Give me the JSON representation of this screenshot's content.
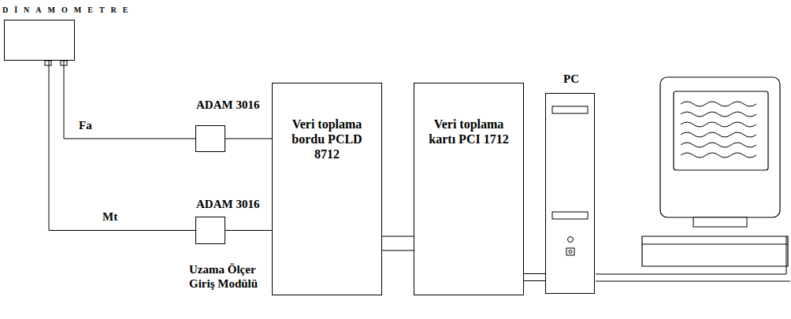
{
  "diagram": {
    "nodes": [
      {
        "text": [
          "DİNAMOMETRE"
        ]
      },
      {
        "text": [
          "ADAM 3016"
        ]
      },
      {
        "text": [
          "ADAM 3016"
        ]
      },
      {
        "text": [
          "Veri toplama bordu PCLD 8712"
        ]
      },
      {
        "text": [
          "Veri toplama kartı PCI 1712"
        ]
      },
      {
        "text": [
          "PC"
        ]
      }
    ],
    "edges": [
      {
        "from": 0,
        "to": 1,
        "label": "Fa",
        "arrow": "none"
      },
      {
        "from": 0,
        "to": 2,
        "label": "Mt",
        "arrow": "none"
      },
      {
        "from": 1,
        "to": 3,
        "arrow": "none"
      },
      {
        "from": 2,
        "to": 3,
        "arrow": "none"
      },
      {
        "from": 3,
        "to": 4,
        "arrow": "none"
      },
      {
        "from": 3,
        "to": 4,
        "arrow": "none"
      },
      {
        "from": 4,
        "to": 5,
        "arrow": "none"
      }
    ],
    "labels": [
      "Uzama Ölçer Giriş Modülü"
    ]
  }
}
